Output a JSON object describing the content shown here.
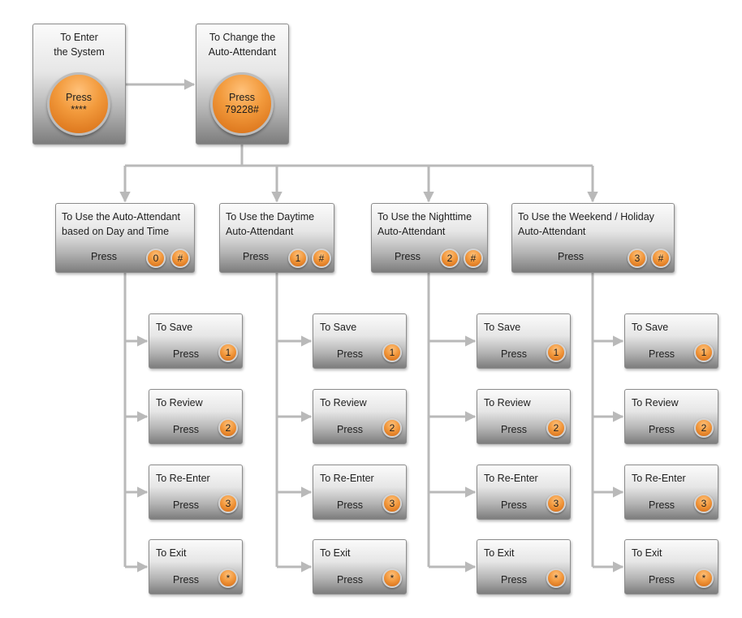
{
  "colors": {
    "connector": "#b9b9b9",
    "button_orange": "#f1963a"
  },
  "entry": {
    "enter": {
      "title_1": "To Enter",
      "title_2": "the System",
      "press": "Press",
      "code": "****"
    },
    "change": {
      "title_1": "To Change the",
      "title_2": "Auto-Attendant",
      "press": "Press",
      "code": "79228#"
    }
  },
  "branches": [
    {
      "title_1": "To Use the Auto-Attendant",
      "title_2": "based on Day and Time",
      "press": "Press",
      "keys": [
        "0",
        "#"
      ]
    },
    {
      "title_1": "To Use the Daytime",
      "title_2": "Auto-Attendant",
      "press": "Press",
      "keys": [
        "1",
        "#"
      ]
    },
    {
      "title_1": "To Use the Nighttime",
      "title_2": "Auto-Attendant",
      "press": "Press",
      "keys": [
        "2",
        "#"
      ]
    },
    {
      "title_1": "To Use the Weekend / Holiday",
      "title_2": "Auto-Attendant",
      "press": "Press",
      "keys": [
        "3",
        "#"
      ]
    }
  ],
  "actions": [
    {
      "title": "To Save",
      "press": "Press",
      "key": "1"
    },
    {
      "title": "To Review",
      "press": "Press",
      "key": "2"
    },
    {
      "title": "To Re-Enter",
      "press": "Press",
      "key": "3"
    },
    {
      "title": "To Exit",
      "press": "Press",
      "key": "*"
    }
  ]
}
